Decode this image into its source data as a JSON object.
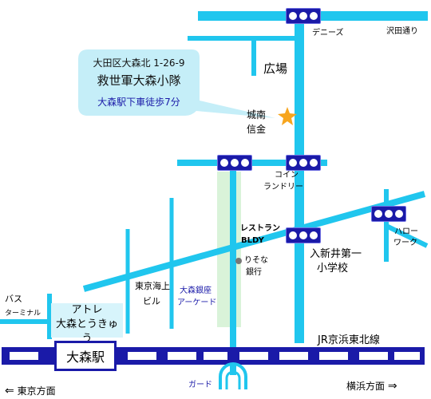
{
  "callout": {
    "address": "大田区大森北 1-26-9",
    "name": "救世軍大森小隊",
    "access": "大森駅下車徒歩7分"
  },
  "labels": {
    "dennys": "デニーズ",
    "sawada_street": "沢田通り",
    "plaza": "広場",
    "shinkin_1": "城南",
    "shinkin_2": "信金",
    "coin_1": "コイン",
    "coin_2": "ランドリー",
    "restaurant": "レストラン",
    "bldy": "BLDY",
    "hello_1": "ハロー",
    "hello_2": "ワーク",
    "school_1": "入新井第一",
    "school_2": "小学校",
    "resona_1": "りそな",
    "resona_2": "銀行",
    "tokyo_kaijo_1": "東京海上",
    "tokyo_kaijo_2": "ビル",
    "arcade_1": "大森銀座",
    "arcade_2": "アーケード",
    "bus_1": "バス",
    "bus_2": "ターミナル",
    "atre_1": "アトレ",
    "atre_2": "大森とうきゅう",
    "station": "大森駅",
    "jr_line": "JR京浜東北線",
    "guard": "ガード",
    "tokyo_dir": "東京方面",
    "yokohama_dir": "横浜方面",
    "left_arrow": "⇐",
    "right_arrow": "⇒"
  },
  "colors": {
    "road": "#20c6ee",
    "signal": "#1a1aa8",
    "arcade": "#d9f3d9",
    "callout": "#c5eef8",
    "star": "#f7a51d",
    "rail": "#1a1aa8"
  }
}
